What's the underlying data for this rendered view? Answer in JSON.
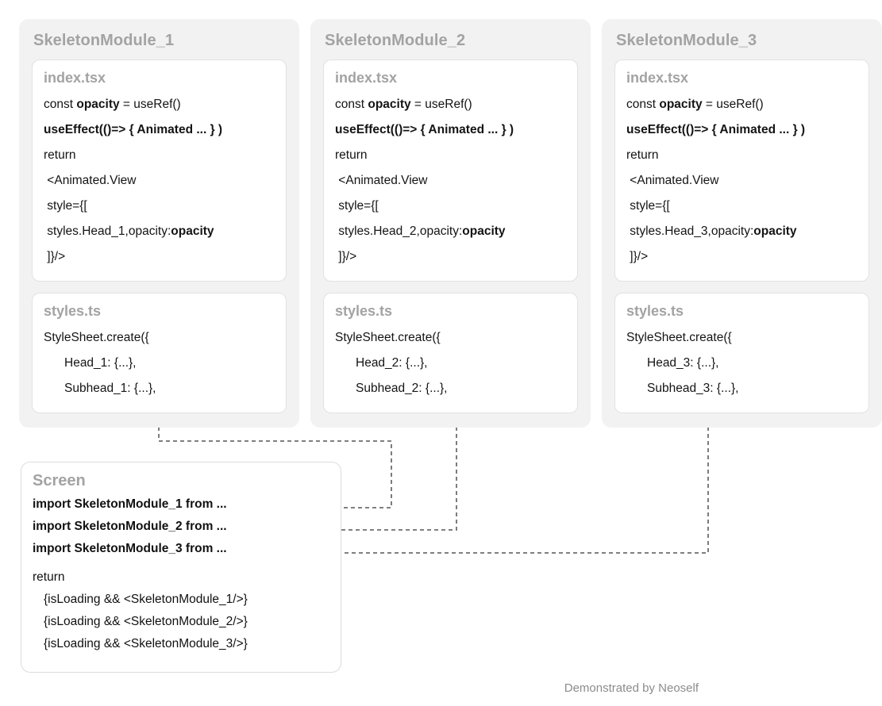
{
  "modules": [
    {
      "title": "SkeletonModule_1",
      "index_file": {
        "title": "index.tsx",
        "lines": [
          "const opacity = useRef()",
          "useEffect(()=> { Animated ... } )",
          "return",
          " <Animated.View",
          " style={[",
          " styles.Head_1,opacity:opacity",
          " ]}/>"
        ]
      },
      "styles_file": {
        "title": "styles.ts",
        "lines": [
          "StyleSheet.create({",
          "Head_1: {...},",
          "Subhead_1: {...},"
        ]
      }
    },
    {
      "title": "SkeletonModule_2",
      "index_file": {
        "title": "index.tsx",
        "lines": [
          "const opacity = useRef()",
          "useEffect(()=> { Animated ... } )",
          "return",
          " <Animated.View",
          " style={[",
          " styles.Head_2,opacity:opacity",
          " ]}/>"
        ]
      },
      "styles_file": {
        "title": "styles.ts",
        "lines": [
          "StyleSheet.create({",
          "Head_2: {...},",
          "Subhead_2: {...},"
        ]
      }
    },
    {
      "title": "SkeletonModule_3",
      "index_file": {
        "title": "index.tsx",
        "lines": [
          "const opacity = useRef()",
          "useEffect(()=> { Animated ... } )",
          "return",
          " <Animated.View",
          " style={[",
          " styles.Head_3,opacity:opacity",
          " ]}/>"
        ]
      },
      "styles_file": {
        "title": "styles.ts",
        "lines": [
          "StyleSheet.create({",
          "Head_3: {...},",
          "Subhead_3: {...},"
        ]
      }
    }
  ],
  "screen": {
    "title": "Screen",
    "imports": [
      "import SkeletonModule_1 from ...",
      "import SkeletonModule_2 from ...",
      "import SkeletonModule_3 from ..."
    ],
    "return_keyword": "return",
    "jsx_lines": [
      "{isLoading && <SkeletonModule_1/>}",
      "{isLoading && <SkeletonModule_2/>}",
      "{isLoading && <SkeletonModule_3/>}"
    ]
  },
  "footer": {
    "text": "Demonstrated by Neoself"
  },
  "colors": {
    "page_background": "#ffffff",
    "module_background": "#f2f2f2",
    "card_background": "#ffffff",
    "card_border": "#e2e2e2",
    "muted_title": "#a3a3a3",
    "body_text": "#141414",
    "connector": "#6e6e6e",
    "footer_text": "#8c8c8c"
  }
}
